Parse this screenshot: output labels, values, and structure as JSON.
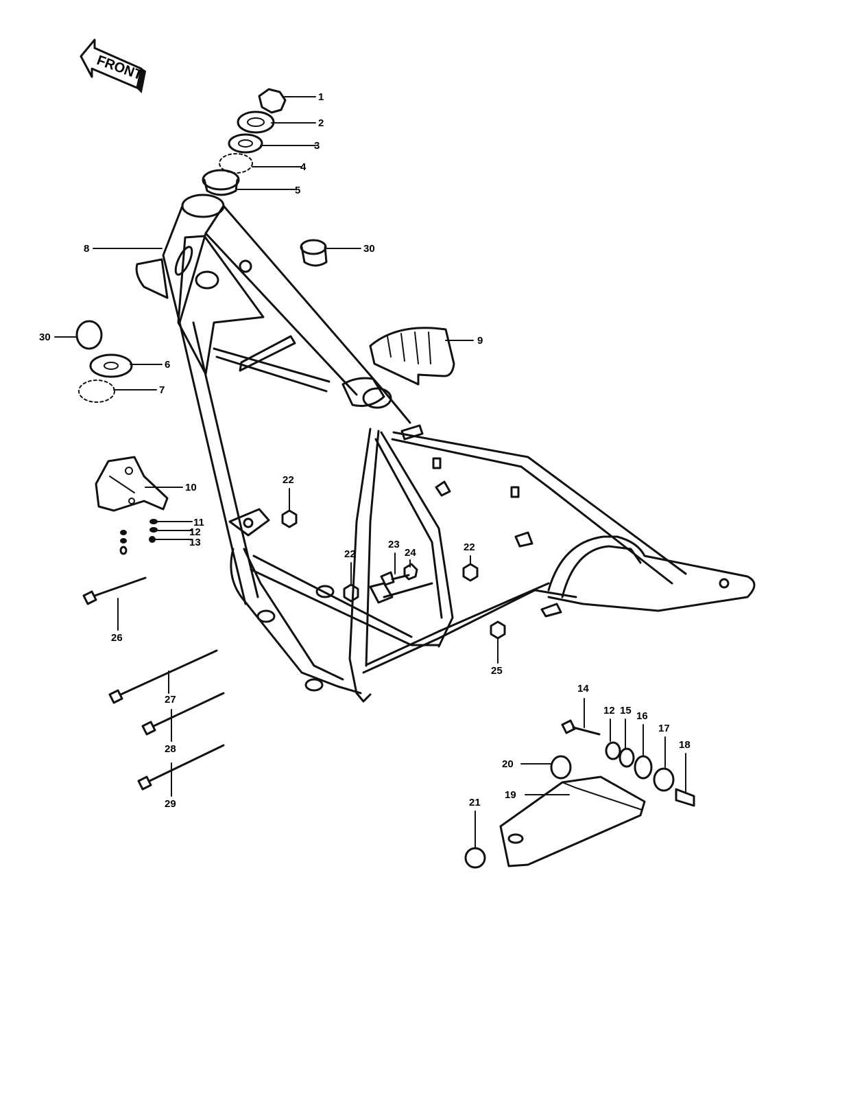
{
  "direction_label": "FRONT",
  "callouts": [
    {
      "id": "c1",
      "text": "1"
    },
    {
      "id": "c2",
      "text": "2"
    },
    {
      "id": "c3",
      "text": "3"
    },
    {
      "id": "c4",
      "text": "4"
    },
    {
      "id": "c5",
      "text": "5"
    },
    {
      "id": "c30a",
      "text": "30"
    },
    {
      "id": "c8",
      "text": "8"
    },
    {
      "id": "c30b",
      "text": "30"
    },
    {
      "id": "c6",
      "text": "6"
    },
    {
      "id": "c7",
      "text": "7"
    },
    {
      "id": "c9",
      "text": "9"
    },
    {
      "id": "c10",
      "text": "10"
    },
    {
      "id": "c11",
      "text": "11"
    },
    {
      "id": "c12a",
      "text": "12"
    },
    {
      "id": "c13",
      "text": "13"
    },
    {
      "id": "c22a",
      "text": "22"
    },
    {
      "id": "c22b",
      "text": "22"
    },
    {
      "id": "c23",
      "text": "23"
    },
    {
      "id": "c24",
      "text": "24"
    },
    {
      "id": "c22c",
      "text": "22"
    },
    {
      "id": "c26",
      "text": "26"
    },
    {
      "id": "c25",
      "text": "25"
    },
    {
      "id": "c27",
      "text": "27"
    },
    {
      "id": "c28",
      "text": "28"
    },
    {
      "id": "c29",
      "text": "29"
    },
    {
      "id": "c14",
      "text": "14"
    },
    {
      "id": "c12b",
      "text": "12"
    },
    {
      "id": "c15",
      "text": "15"
    },
    {
      "id": "c16",
      "text": "16"
    },
    {
      "id": "c17",
      "text": "17"
    },
    {
      "id": "c18",
      "text": "18"
    },
    {
      "id": "c20",
      "text": "20"
    },
    {
      "id": "c19",
      "text": "19"
    },
    {
      "id": "c21",
      "text": "21"
    }
  ]
}
